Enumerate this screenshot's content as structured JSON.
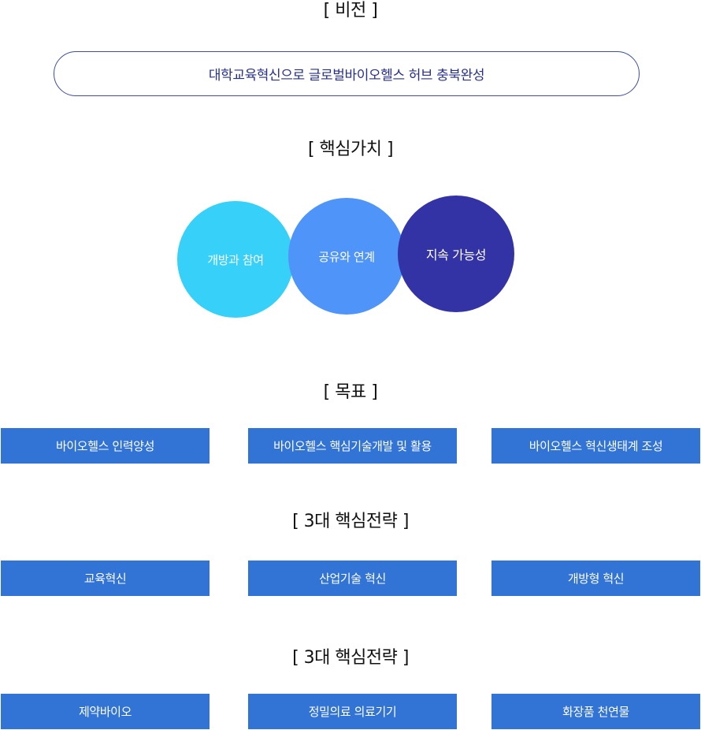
{
  "vision": {
    "heading": "[ 비전 ]",
    "statement": "대학교육혁신으로 글로벌바이오헬스 허브 충북완성"
  },
  "core_values": {
    "heading": "[ 핵심가치 ]",
    "items": [
      {
        "label": "개방과 참여",
        "color": "#36d0f8"
      },
      {
        "label": "공유와 연계",
        "color": "#4f94f9"
      },
      {
        "label": "지속 가능성",
        "color": "#3333a6"
      }
    ]
  },
  "goals": {
    "heading": "[ 목표 ]",
    "items": [
      "바이오헬스 인력양성",
      "바이오헬스 핵심기술개발 및 활용",
      "바이오헬스 혁신생태계 조성"
    ]
  },
  "strategies": {
    "heading": "[ 3대 핵심전략 ]",
    "items": [
      "교육혁신",
      "산업기술 혁신",
      "개방형 혁신"
    ]
  },
  "fields": {
    "heading": "[ 3대 핵심전략 ]",
    "items": [
      "제약바이오",
      "정밀의료 의료기기",
      "화장품 천연물"
    ]
  },
  "colors": {
    "box": "#3273d6",
    "vision_border": "#3c4f9c",
    "vision_text": "#27308a"
  }
}
